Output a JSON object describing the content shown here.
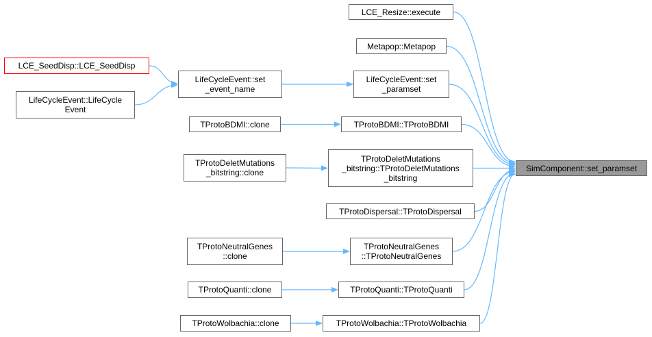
{
  "diagram": {
    "edge_color": "#63b8ff",
    "nodes": {
      "target": {
        "label": "SimComponent::set_paramset",
        "fill": "#999999"
      },
      "lce_resize": {
        "label": "LCE_Resize::execute"
      },
      "metapop": {
        "label": "Metapop::Metapop"
      },
      "lce_set_paramset": {
        "label": "LifeCycleEvent::set\n_paramset"
      },
      "lce_set_event_name": {
        "label": "LifeCycleEvent::set\n_event_name"
      },
      "lce_seeddisp": {
        "label": "LCE_SeedDisp::LCE_SeedDisp",
        "border": "#ff0000"
      },
      "lce_lifecycle": {
        "label": "LifeCycleEvent::LifeCycle\nEvent"
      },
      "bdmi_clone": {
        "label": "TProtoBDMI::clone"
      },
      "bdmi_ctor": {
        "label": "TProtoBDMI::TProtoBDMI"
      },
      "delet_clone": {
        "label": "TProtoDeletMutations\n_bitstring::clone"
      },
      "delet_ctor": {
        "label": "TProtoDeletMutations\n_bitstring::TProtoDeletMutations\n_bitstring"
      },
      "dispersal_ctor": {
        "label": "TProtoDispersal::TProtoDispersal"
      },
      "neutral_clone": {
        "label": "TProtoNeutralGenes\n::clone"
      },
      "neutral_ctor": {
        "label": "TProtoNeutralGenes\n::TProtoNeutralGenes"
      },
      "quanti_clone": {
        "label": "TProtoQuanti::clone"
      },
      "quanti_ctor": {
        "label": "TProtoQuanti::TProtoQuanti"
      },
      "wolbachia_clone": {
        "label": "TProtoWolbachia::clone"
      },
      "wolbachia_ctor": {
        "label": "TProtoWolbachia::TProtoWolbachia"
      }
    },
    "edges": [
      [
        "lce_resize",
        "target"
      ],
      [
        "metapop",
        "target"
      ],
      [
        "lce_set_paramset",
        "target"
      ],
      [
        "bdmi_ctor",
        "target"
      ],
      [
        "delet_ctor",
        "target"
      ],
      [
        "dispersal_ctor",
        "target"
      ],
      [
        "neutral_ctor",
        "target"
      ],
      [
        "quanti_ctor",
        "target"
      ],
      [
        "wolbachia_ctor",
        "target"
      ],
      [
        "lce_set_event_name",
        "lce_set_paramset"
      ],
      [
        "lce_seeddisp",
        "lce_set_event_name"
      ],
      [
        "lce_lifecycle",
        "lce_set_event_name"
      ],
      [
        "bdmi_clone",
        "bdmi_ctor"
      ],
      [
        "delet_clone",
        "delet_ctor"
      ],
      [
        "neutral_clone",
        "neutral_ctor"
      ],
      [
        "quanti_clone",
        "quanti_ctor"
      ],
      [
        "wolbachia_clone",
        "wolbachia_ctor"
      ]
    ]
  }
}
